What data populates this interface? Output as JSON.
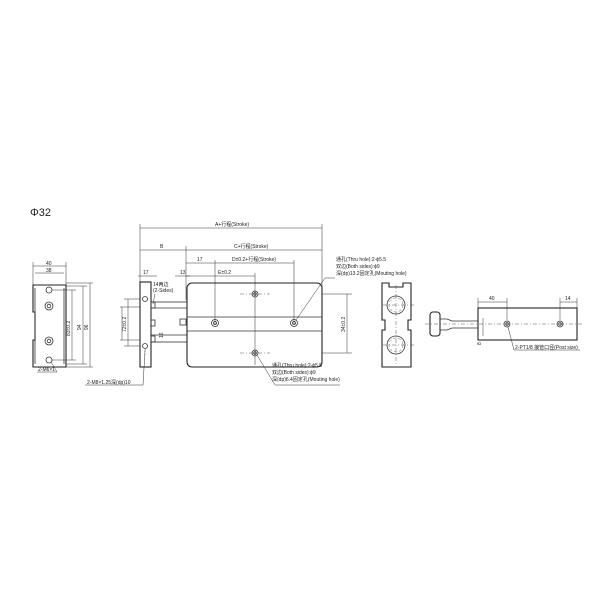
{
  "title": "Φ32",
  "views": {
    "end_view_left": {
      "dims": {
        "width_outer": "40",
        "width_inner": "38",
        "height_inner": "83±0.2",
        "height_mid": "94",
        "height_outer": "96"
      },
      "callout": "2-M6×1"
    },
    "front_view": {
      "dims": {
        "A": "A+行程(Stroke)",
        "B": "B",
        "C": "C+行程(Stroke)",
        "D": "D±0.2+行程(Stroke)",
        "E": "E±0.2",
        "d17a": "17",
        "d17b": "17",
        "d13": "13",
        "d72": "72±0.2",
        "d16": "16",
        "d34": "34±0.2"
      },
      "side_note": [
        "14两边",
        "(2-Sides)"
      ],
      "bottom_left_callout": "2-M8×1.25深(dp)10",
      "top_callout": [
        "通孔(Thru hole):2-ϕ5.5",
        "双边(Both sides):ϕ9",
        "深(dp)13.2固定孔(Mouting hole)"
      ],
      "bottom_callout": [
        "通孔(Thru hole):2-ϕ5.5",
        "双边(Both sides):ϕ9",
        "深(dp)6.4固定孔(Mouting hole)"
      ]
    },
    "side_view_right": {
      "dims": {
        "d40": "40",
        "d14": "14",
        "d8": "8"
      },
      "callout": "2-PT1/8 接管口径(Post size)"
    }
  }
}
